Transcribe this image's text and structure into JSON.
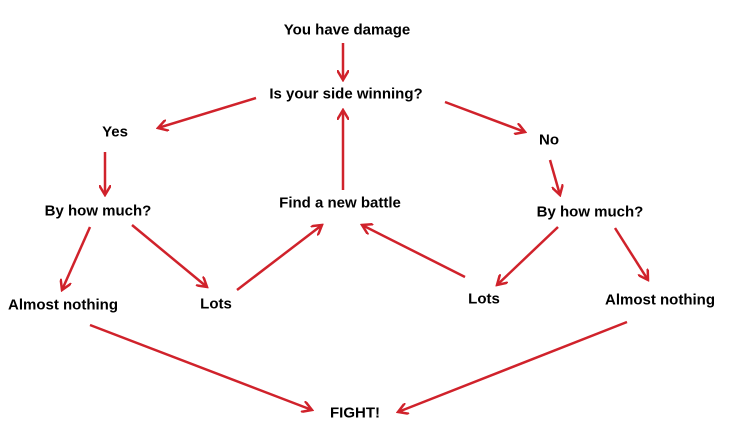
{
  "colors": {
    "arrow": "#d0222b",
    "text": "#000000"
  },
  "nodes": {
    "start": "You have damage",
    "question": "Is your side winning?",
    "yes": "Yes",
    "no": "No",
    "yes_how_much": "By how much?",
    "no_how_much": "By how much?",
    "new_battle": "Find a new battle",
    "yes_almost_nothing": "Almost nothing",
    "yes_lots": "Lots",
    "no_lots": "Lots",
    "no_almost_nothing": "Almost nothing",
    "fight": "FIGHT!"
  }
}
